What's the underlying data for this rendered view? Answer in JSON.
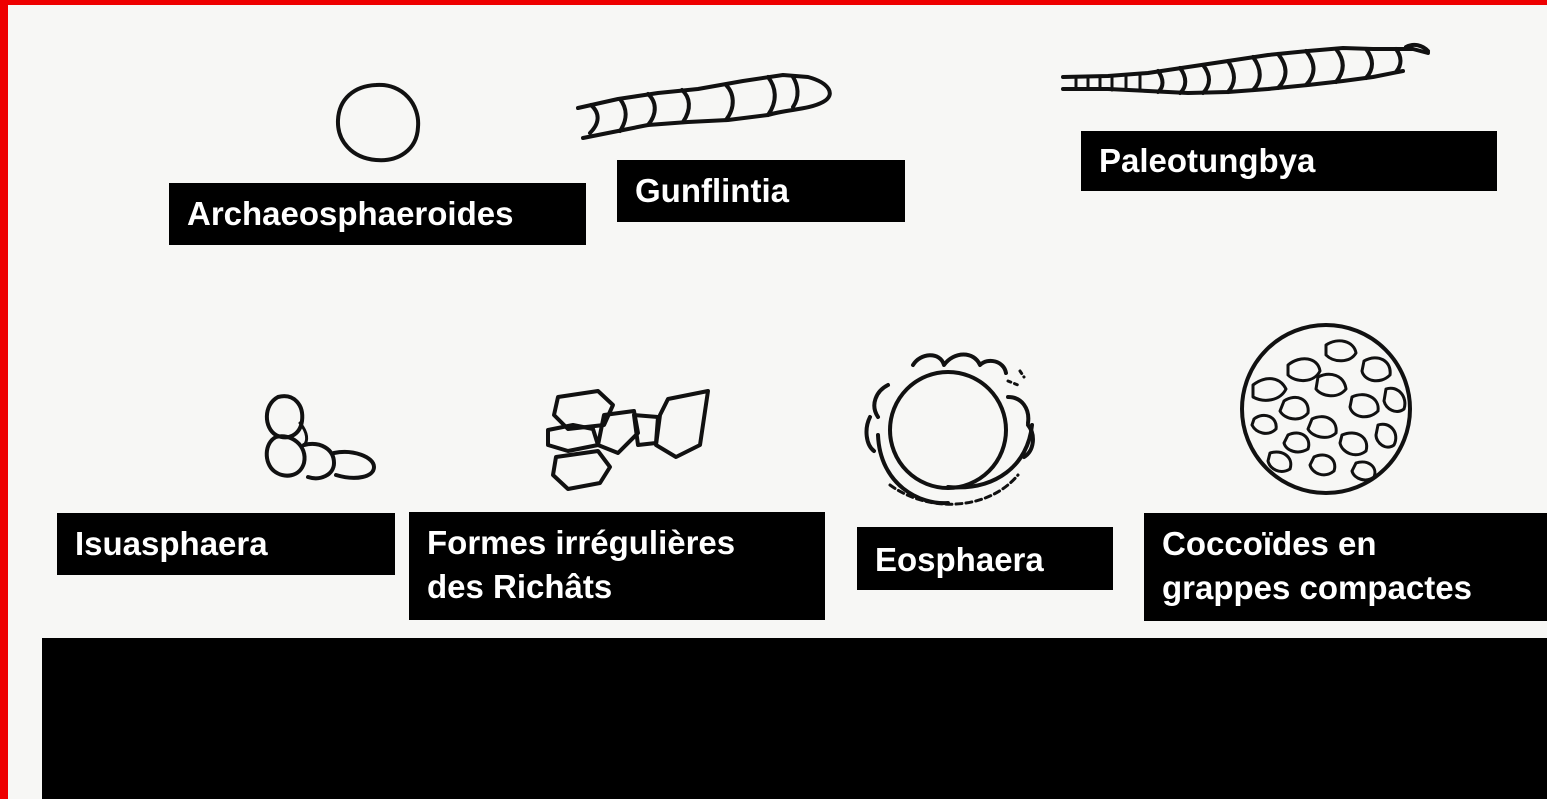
{
  "figure": {
    "labels": {
      "archaeosphaeroides": "Archaeosphaeroides",
      "gunflintia": "Gunflintia",
      "paleotungbya": "Paleotungbya",
      "isuasphaera": "Isuasphaera",
      "formes_line1": "Formes irrégulières",
      "formes_line2": "des Richâts",
      "eosphaera": "Eosphaera",
      "coccoides_line1": "Coccoïdes en",
      "coccoides_line2": "grappes compactes"
    },
    "colors": {
      "frame_border": "#ee0000",
      "label_background": "#000000",
      "label_text": "#ffffff",
      "ink": "#111111"
    }
  }
}
